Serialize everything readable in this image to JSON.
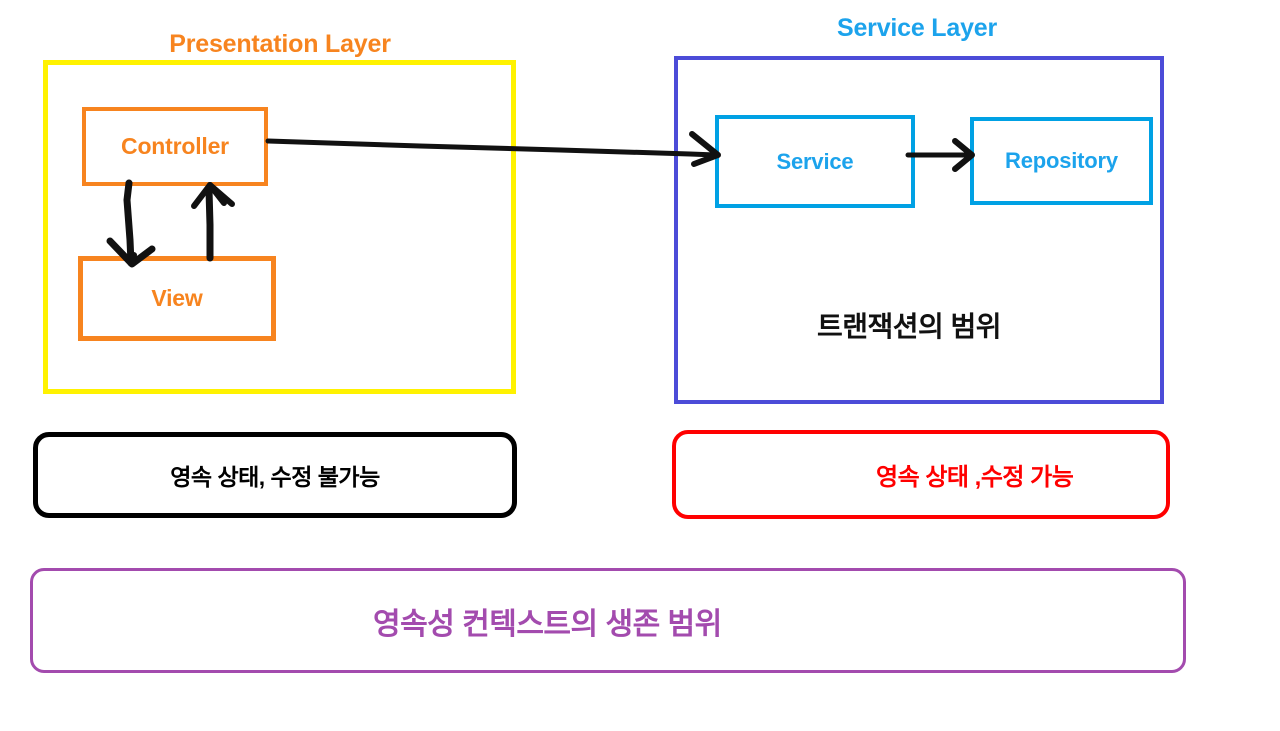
{
  "diagram": {
    "title_presentation": "Presentation Layer",
    "title_service": "Service Layer",
    "colors": {
      "presentation_title": "#F7841F",
      "presentation_border": "#FFF200",
      "node_orange": "#F7841F",
      "service_title": "#1CA3EC",
      "service_border": "#4C4CD8",
      "node_blue": "#00A1E4",
      "note_black": "#000000",
      "note_red": "#FF0000",
      "note_purple": "#A34BAE",
      "arrow": "#111111",
      "background": "#FFFFFF"
    }
  },
  "presentation_layer": {
    "label": "Presentation Layer",
    "nodes": [
      {
        "id": "controller",
        "label": "Controller"
      },
      {
        "id": "view",
        "label": "View"
      }
    ]
  },
  "service_layer": {
    "label": "Service Layer",
    "nodes": [
      {
        "id": "service",
        "label": "Service"
      },
      {
        "id": "repository",
        "label": "Repository"
      }
    ],
    "inner_caption": "트랜잭션의 범위"
  },
  "notes": [
    {
      "id": "readonly",
      "text": "영속 상태, 수정 불가능",
      "color": "#000000"
    },
    {
      "id": "editable",
      "text": "영속 상태 ,수정 가능",
      "color": "#FF0000"
    },
    {
      "id": "context-scope",
      "text": "영속성 컨텍스트의 생존 범위",
      "color": "#A34BAE"
    }
  ],
  "arrows": [
    {
      "id": "controller-to-view",
      "from": "controller",
      "to": "view",
      "direction": "down"
    },
    {
      "id": "view-to-controller",
      "from": "view",
      "to": "controller",
      "direction": "up"
    },
    {
      "id": "controller-to-service",
      "from": "controller",
      "to": "service",
      "direction": "right"
    },
    {
      "id": "service-to-repository",
      "from": "service",
      "to": "repository",
      "direction": "right"
    }
  ]
}
